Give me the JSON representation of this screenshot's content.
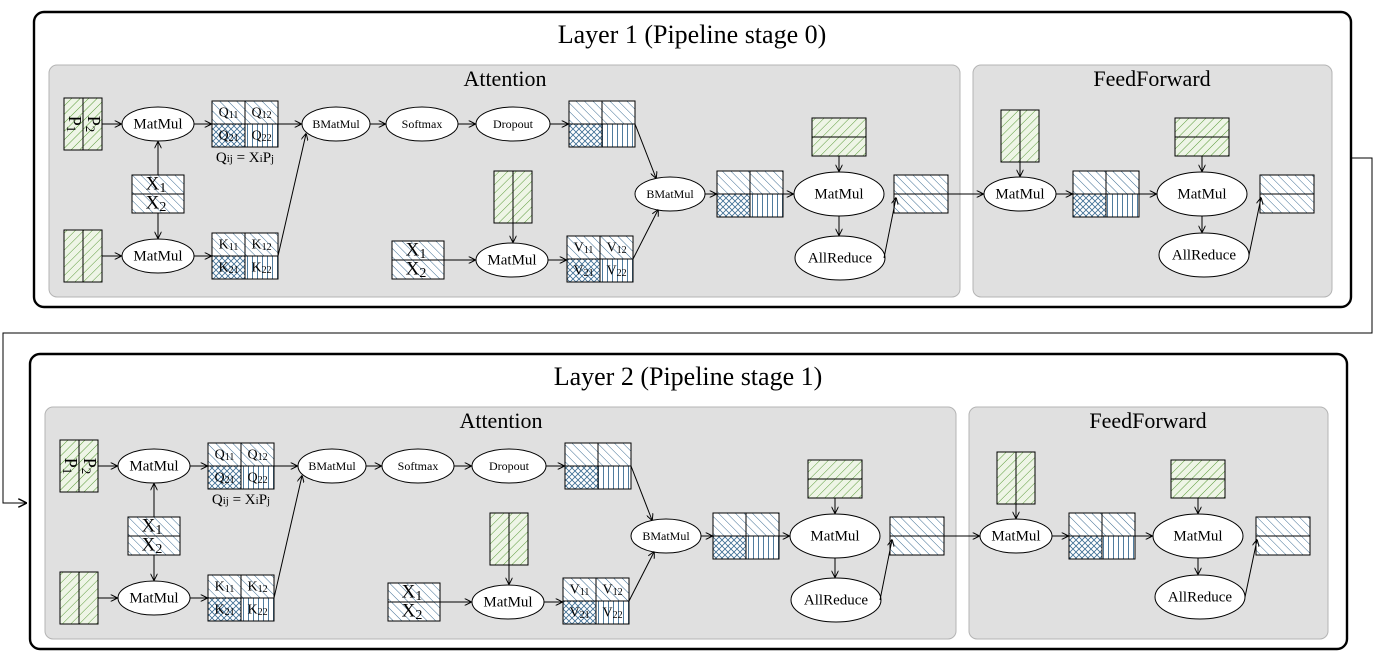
{
  "layers": [
    {
      "title": "Layer 1 (Pipeline stage 0)",
      "attention": {
        "title": "Attention",
        "weights_label_1": "P",
        "weights_label_1_sub": "1",
        "weights_label_2": "P",
        "weights_label_2_sub": "2",
        "input_top_label": "X",
        "input_top_sub": "1",
        "input_bottom_label": "X",
        "input_bottom_sub": "2",
        "matmul_q": "MatMul",
        "matmul_k": "MatMul",
        "matmul_v": "MatMul",
        "bmatmul_1": "BMatMul",
        "softmax": "Softmax",
        "dropout": "Dropout",
        "bmatmul_2": "BMatMul",
        "q_cells": [
          {
            "base": "Q",
            "sub": "11"
          },
          {
            "base": "Q",
            "sub": "12"
          },
          {
            "base": "Q",
            "sub": "21"
          },
          {
            "base": "Q",
            "sub": "22"
          }
        ],
        "k_cells": [
          {
            "base": "K",
            "sub": "11"
          },
          {
            "base": "K",
            "sub": "12"
          },
          {
            "base": "K",
            "sub": "21"
          },
          {
            "base": "K",
            "sub": "22"
          }
        ],
        "v_cells": [
          {
            "base": "V",
            "sub": "11"
          },
          {
            "base": "V",
            "sub": "12"
          },
          {
            "base": "V",
            "sub": "21"
          },
          {
            "base": "V",
            "sub": "22"
          }
        ],
        "formula": {
          "lhs_base": "Q",
          "lhs_sub": "ij",
          "eq": " = X",
          "x_sub": "i",
          "p": "P",
          "p_sub": "j"
        },
        "v_input_top": "X",
        "v_input_top_sub": "1",
        "v_input_bottom": "X",
        "v_input_bottom_sub": "2",
        "out_matmul": "MatMul",
        "out_allreduce": "AllReduce"
      },
      "feedforward": {
        "title": "FeedForward",
        "matmul_1": "MatMul",
        "matmul_2": "MatMul",
        "allreduce": "AllReduce"
      }
    },
    {
      "title": "Layer 2 (Pipeline stage 1)",
      "attention": {
        "title": "Attention",
        "weights_label_1": "P",
        "weights_label_1_sub": "1",
        "weights_label_2": "P",
        "weights_label_2_sub": "2",
        "input_top_label": "X",
        "input_top_sub": "1",
        "input_bottom_label": "X",
        "input_bottom_sub": "2",
        "matmul_q": "MatMul",
        "matmul_k": "MatMul",
        "matmul_v": "MatMul",
        "bmatmul_1": "BMatMul",
        "softmax": "Softmax",
        "dropout": "Dropout",
        "bmatmul_2": "BMatMul",
        "q_cells": [
          {
            "base": "Q",
            "sub": "11"
          },
          {
            "base": "Q",
            "sub": "12"
          },
          {
            "base": "Q",
            "sub": "21"
          },
          {
            "base": "Q",
            "sub": "22"
          }
        ],
        "k_cells": [
          {
            "base": "K",
            "sub": "11"
          },
          {
            "base": "K",
            "sub": "12"
          },
          {
            "base": "K",
            "sub": "21"
          },
          {
            "base": "K",
            "sub": "22"
          }
        ],
        "v_cells": [
          {
            "base": "V",
            "sub": "11"
          },
          {
            "base": "V",
            "sub": "12"
          },
          {
            "base": "V",
            "sub": "21"
          },
          {
            "base": "V",
            "sub": "22"
          }
        ],
        "formula": {
          "lhs_base": "Q",
          "lhs_sub": "ij",
          "eq": " = X",
          "x_sub": "i",
          "p": "P",
          "p_sub": "j"
        },
        "v_input_top": "X",
        "v_input_top_sub": "1",
        "v_input_bottom": "X",
        "v_input_bottom_sub": "2",
        "out_matmul": "MatMul",
        "out_allreduce": "AllReduce"
      },
      "feedforward": {
        "title": "FeedForward",
        "matmul_1": "MatMul",
        "matmul_2": "MatMul",
        "allreduce": "AllReduce"
      }
    }
  ],
  "colors": {
    "weight_green": "#5b9b3a",
    "act_blue": "#3d6d93",
    "panel_gray": "#e0e0e0",
    "cell_fill": "#ffffff"
  }
}
